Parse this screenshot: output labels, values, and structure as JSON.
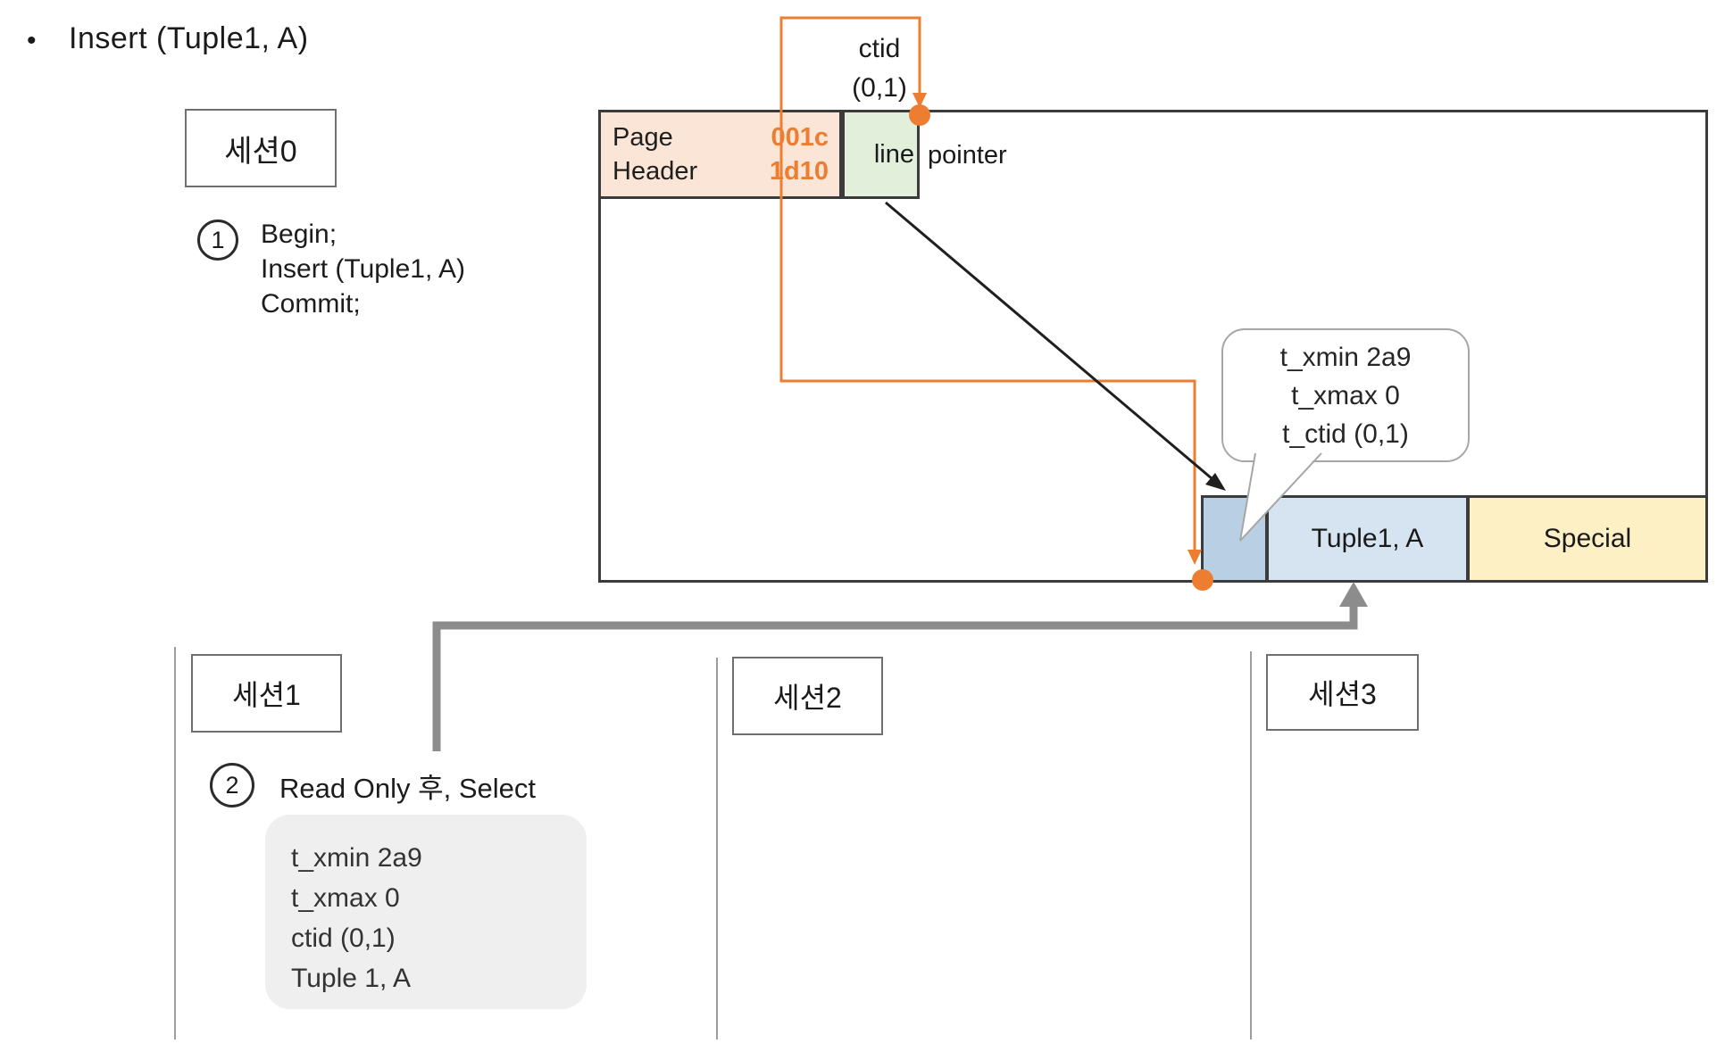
{
  "title": {
    "bullet": "•",
    "text": "Insert (Tuple1, A)"
  },
  "sessions": {
    "session0": {
      "label": "세션0"
    },
    "session1": {
      "label": "세션1"
    },
    "session2": {
      "label": "세션2"
    },
    "session3": {
      "label": "세션3"
    }
  },
  "step1": {
    "number": "1",
    "lines": [
      "Begin;",
      "Insert (Tuple1, A)",
      "Commit;"
    ]
  },
  "step2": {
    "number": "2",
    "text": "Read Only 후, Select"
  },
  "page": {
    "header": {
      "label_line1": "Page",
      "label_line2": "Header",
      "value_line1": "001c",
      "value_line2": "1d10"
    },
    "line_pointer": {
      "inside": "line",
      "outside": "pointer"
    },
    "ctid_label": {
      "line1": "ctid",
      "line2": "(0,1)"
    },
    "tuple_box": "Tuple1, A",
    "special_box": "Special"
  },
  "callout": {
    "lines": [
      "t_xmin 2a9",
      "t_xmax 0",
      "t_ctid (0,1)"
    ]
  },
  "result_box": {
    "lines": [
      "t_xmin 2a9",
      "t_xmax 0",
      "ctid (0,1)",
      "Tuple 1, A"
    ]
  },
  "colors": {
    "accent_orange": "#ED7D31",
    "page_header_fill": "#FBE5D6",
    "line_pointer_fill": "#E2EFDA",
    "tuple_slot_fill": "#B9CFE3",
    "tuple_fill": "#D6E4F1",
    "special_fill": "#FDF0C5",
    "gray_arrow": "#8c8c8c",
    "result_box_fill": "#efefef"
  }
}
